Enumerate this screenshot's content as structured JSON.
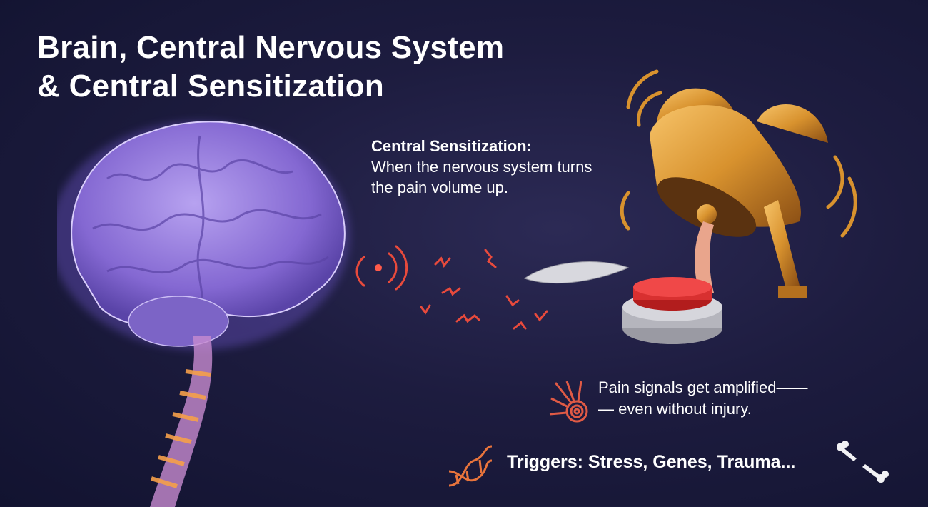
{
  "title": {
    "line1": "Brain, Central Nervous System",
    "line2": "& Central Sensitization"
  },
  "central_sensitization": {
    "heading": "Central Sensitization:",
    "line1": "When the nervous system turns",
    "line2": "the pain volume up."
  },
  "amplified": {
    "line1": "Pain signals get amplified——",
    "line2": "— even without injury.",
    "icon": "radiating-target-icon"
  },
  "triggers": {
    "text": "Triggers: Stress, Genes, Trauma...",
    "icon": "dna-icon"
  },
  "colors": {
    "background": "#1d1c3f",
    "brain": "#8d73d8",
    "signal": "#e84a3c",
    "bell": "#d8922e"
  }
}
